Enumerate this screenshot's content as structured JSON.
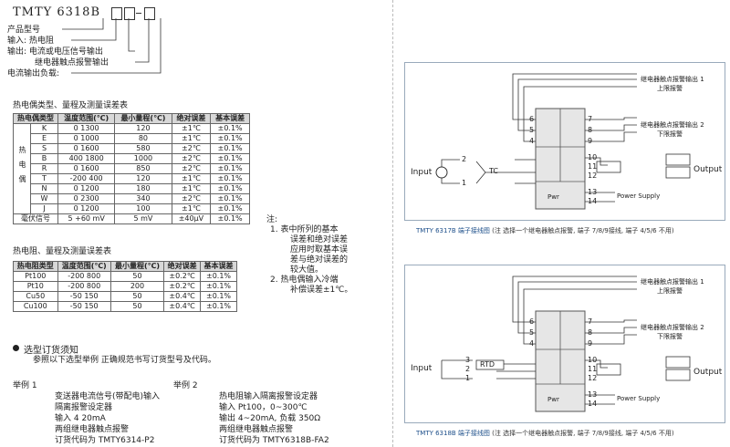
{
  "model": {
    "title": "TMTY 6318B",
    "lines": [
      "产品型号",
      "输入:  热电阻",
      "输出:  电流或电压信号输出",
      "继电器触点报警输出",
      "电流输出负载:"
    ]
  },
  "tc_table": {
    "heading": "热电偶类型、量程及测量误差表",
    "headers": [
      "热电偶类型",
      "温度范围(℃)",
      "最小量程(℃)",
      "绝对误差",
      "基本误差"
    ],
    "group_label": "热电偶",
    "rows": [
      [
        "K",
        "0  1300",
        "120",
        "±1℃",
        "±0.1%"
      ],
      [
        "E",
        "0  1000",
        "80",
        "±1℃",
        "±0.1%"
      ],
      [
        "S",
        "0  1600",
        "580",
        "±2℃",
        "±0.1%"
      ],
      [
        "B",
        "400  1800",
        "1000",
        "±2℃",
        "±0.1%"
      ],
      [
        "R",
        "0  1600",
        "850",
        "±2℃",
        "±0.1%"
      ],
      [
        "T",
        "-200  400",
        "120",
        "±1℃",
        "±0.1%"
      ],
      [
        "N",
        "0  1200",
        "180",
        "±1℃",
        "±0.1%"
      ],
      [
        "W",
        "0  2300",
        "340",
        "±2℃",
        "±0.1%"
      ],
      [
        "J",
        "0  1200",
        "100",
        "±1℃",
        "±0.1%"
      ]
    ],
    "mv_row": [
      "毫伏信号",
      "5  +60 mV",
      "5 mV",
      "±40μV",
      "±0.1%"
    ]
  },
  "notes": {
    "title": "注:",
    "items": [
      "1.  表中所列的基本",
      "误差和绝对误差",
      "应用时取基本误",
      "差与绝对误差的",
      "较大值。",
      "2.  热电偶输入冷端",
      "补偿误差±1℃。"
    ]
  },
  "rtd_table": {
    "heading": "热电阻、量程及测量误差表",
    "headers": [
      "热电阻类型",
      "温度范围(℃)",
      "最小量程(℃)",
      "绝对误差",
      "基本误差"
    ],
    "rows": [
      [
        "Pt100",
        "-200  800",
        "50",
        "±0.2℃",
        "±0.1%"
      ],
      [
        "Pt10",
        "-200  800",
        "200",
        "±0.2℃",
        "±0.1%"
      ],
      [
        "Cu50",
        "-50  150",
        "50",
        "±0.4℃",
        "±0.1%"
      ],
      [
        "Cu100",
        "-50  150",
        "50",
        "±0.4℃",
        "±0.1%"
      ]
    ]
  },
  "ordering": {
    "title": "选型订货须知",
    "intro": "参照以下选型举例  正确规范书写订货型号及代码。",
    "ex1_title": "举例 1",
    "ex1_lines": [
      "变送器电流信号(带配电)输入",
      "隔离报警设定器",
      "输入 4  20mA",
      "两组继电器触点报警",
      "订货代码为   TMTY6314-P2"
    ],
    "ex2_title": "举例 2",
    "ex2_lines": [
      "热电阻输入隔离报警设定器",
      "输入 Pt100，0~300℃",
      "输出 4~20mA, 负载 350Ω",
      "两组继电器触点报警",
      "订货代码为   TMTY6318B-FA2"
    ]
  },
  "diagram1": {
    "relay1": [
      "继电器触点报警输出 1",
      "上限报警"
    ],
    "relay2": [
      "继电器触点报警输出 2",
      "下限报警"
    ],
    "input_label": "Input",
    "sensor": "TC",
    "output_label": "Output",
    "power": "Power Supply",
    "pwr_text": "Pwr",
    "caption": "TMTY 6317B 端子接线图",
    "caption_note": "(注 选择一个继电器触点报警, 端子 7/8/9接线, 端子 4/5/6 不用)",
    "terminals_left": [
      "6",
      "5",
      "4",
      "2",
      "1"
    ],
    "terminals_right": [
      "7",
      "8",
      "9",
      "10",
      "11",
      "12",
      "13",
      "14"
    ]
  },
  "diagram2": {
    "relay1": [
      "继电器触点报警输出 1",
      "上限报警"
    ],
    "relay2": [
      "继电器触点报警输出 2",
      "下限报警"
    ],
    "input_label": "Input",
    "sensor": "RTD",
    "output_label": "Output",
    "power": "Power Supply",
    "pwr_text": "Pwr",
    "caption": "TMTY 6318B 端子接线图",
    "caption_note": "(注 选择一个继电器触点报警, 端子 7/8/9接线, 端子 4/5/6 不用)",
    "terminals_left": [
      "6",
      "5",
      "4",
      "3",
      "2",
      "1"
    ],
    "terminals_right": [
      "7",
      "8",
      "9",
      "10",
      "11",
      "12",
      "13",
      "14"
    ]
  }
}
